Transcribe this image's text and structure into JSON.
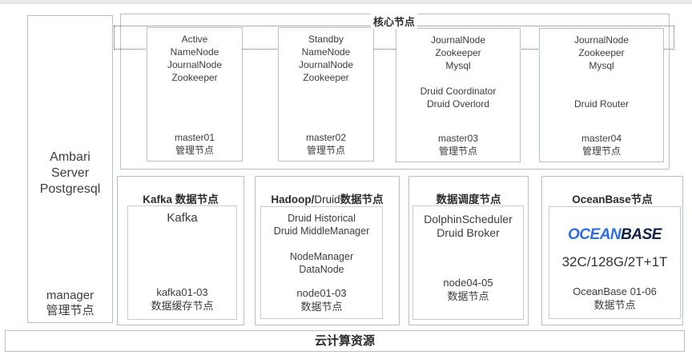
{
  "sidebar": {
    "top_lines": [
      "Ambari",
      "Server",
      "Postgresql"
    ],
    "bottom_lines": [
      "manager",
      "管理节点"
    ]
  },
  "core": {
    "label": "核心节点",
    "masters": [
      {
        "lines": [
          "Active",
          "NameNode",
          "JournalNode",
          "Zookeeper"
        ],
        "name": "master01",
        "type": "管理节点"
      },
      {
        "lines": [
          "Standby",
          "NameNode",
          "JournalNode",
          "Zookeeper"
        ],
        "name": "master02",
        "type": "管理节点"
      },
      {
        "lines": [
          "JournalNode",
          "Zookeeper",
          "Mysql",
          "",
          "Druid Coordinator",
          "Druid Overlord"
        ],
        "name": "master03",
        "type": "管理节点"
      },
      {
        "lines": [
          "JournalNode",
          "Zookeeper",
          "Mysql",
          "",
          "",
          "Druid Router"
        ],
        "name": "master04",
        "type": "管理节点"
      }
    ]
  },
  "groups": {
    "kafka": {
      "title": {
        "bold1": "Kafka 数据节点",
        "normal": "",
        "bold2": ""
      },
      "main": "Kafka",
      "footer": [
        "kafka01-03",
        "数据缓存节点"
      ]
    },
    "hadoop": {
      "title": {
        "bold1": "Hadoop/",
        "normal": "Druid",
        "bold2": "数据节点"
      },
      "lines": [
        "Druid Historical",
        "Druid MiddleManager",
        "",
        "NodeManager",
        "DataNode"
      ],
      "footer": [
        "node01-03",
        "数据节点"
      ]
    },
    "scheduler": {
      "title": {
        "bold1": "数据调度节点",
        "normal": "",
        "bold2": ""
      },
      "lines": [
        "DolphinScheduler",
        "Druid Broker"
      ],
      "footer": [
        "node04-05",
        "数据节点"
      ]
    },
    "oceanbase": {
      "title": {
        "bold1": "OceanBase节点",
        "normal": "",
        "bold2": ""
      },
      "logo": {
        "part1": "OCEAN",
        "part2": "BASE",
        "color1": "#2e6de3",
        "color2": "#101f48"
      },
      "spec": "32C/128G/2T+1T",
      "footer": [
        "OceanBase 01-06",
        "数据节点"
      ]
    }
  },
  "footer_bar": {
    "label": "云计算资源"
  },
  "colors": {
    "border": "#b5c2c8",
    "dotted": "#5e5e5e",
    "logo_blue": "#2e6de3",
    "logo_navy": "#101f48"
  }
}
